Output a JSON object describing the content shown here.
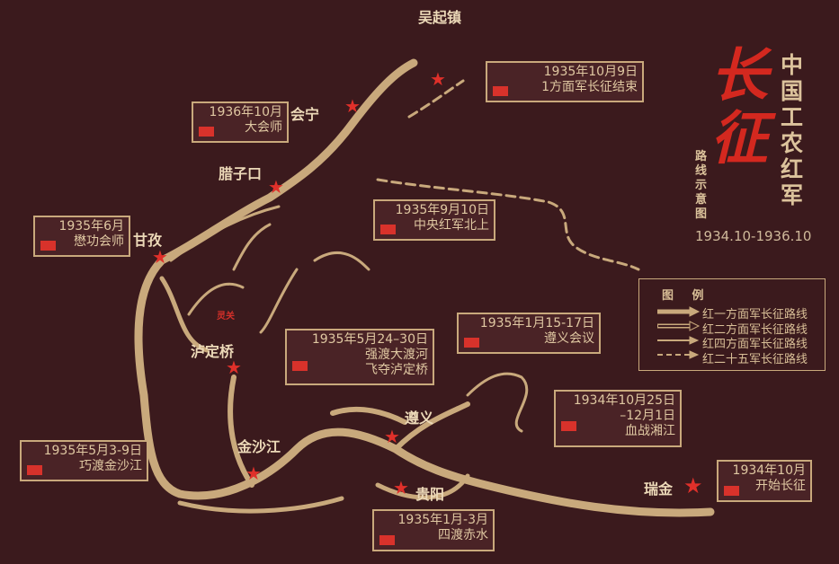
{
  "title": {
    "main": "中国工农红军",
    "calligraphy": "长征",
    "subtitle": "路线示意图",
    "dates": "1934.10-1936.10"
  },
  "colors": {
    "background": "#3b1a1d",
    "route": "#c9a97c",
    "star": "#e0302a",
    "flag": "#d8322b"
  },
  "legend": {
    "title": "图 例",
    "items": [
      {
        "style": "solid-thick",
        "label": "红一方面军长征路线"
      },
      {
        "style": "hollow",
        "label": "红二方面军长征路线"
      },
      {
        "style": "solid-thin",
        "label": "红四方面军长征路线"
      },
      {
        "style": "dashed",
        "label": "红二十五军长征路线"
      }
    ]
  },
  "places": [
    {
      "name": "吴起镇"
    },
    {
      "name": "会宁"
    },
    {
      "name": "腊子口"
    },
    {
      "name": "甘孜"
    },
    {
      "name": "泸定桥"
    },
    {
      "name": "金沙江"
    },
    {
      "name": "遵义"
    },
    {
      "name": "贵阳"
    },
    {
      "name": "瑞金"
    }
  ],
  "minor_place": "灵关",
  "events": [
    {
      "lines": [
        "1935年10月9日",
        "1方面军长征结束"
      ]
    },
    {
      "lines": [
        "1936年10月",
        "大会师"
      ]
    },
    {
      "lines": [
        "1935年9月10日",
        "中央红军北上"
      ]
    },
    {
      "lines": [
        "1935年6月",
        "懋功会师"
      ]
    },
    {
      "lines": [
        "1935年5月24–30日",
        "强渡大渡河",
        "飞夺泸定桥"
      ]
    },
    {
      "lines": [
        "1935年1月15-17日",
        "遵义会议"
      ]
    },
    {
      "lines": [
        "1934年10月25日",
        "–12月1日",
        "血战湘江"
      ]
    },
    {
      "lines": [
        "1935年5月3-9日",
        "巧渡金沙江"
      ]
    },
    {
      "lines": [
        "1934年10月",
        "开始长征"
      ]
    },
    {
      "lines": [
        "1935年1月-3月",
        "四渡赤水"
      ]
    }
  ]
}
